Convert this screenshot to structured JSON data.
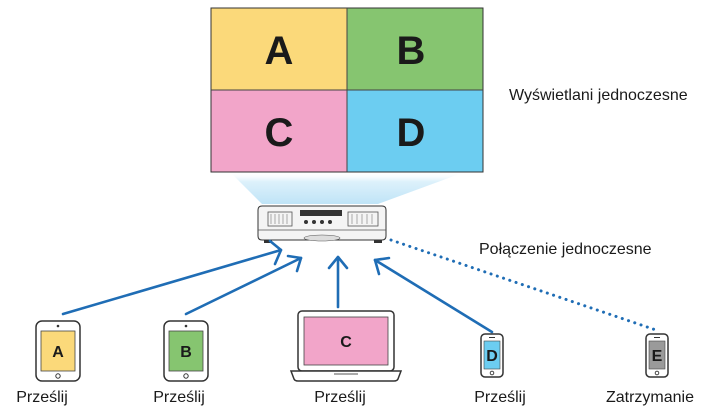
{
  "screen": {
    "tiles": [
      {
        "letter": "A",
        "color": "#FBD97A"
      },
      {
        "letter": "B",
        "color": "#86C570"
      },
      {
        "letter": "C",
        "color": "#F2A5C9"
      },
      {
        "letter": "D",
        "color": "#6CCDF1"
      }
    ]
  },
  "labels": {
    "simultaneous_display": "Wyświetlani jednoczesne",
    "simultaneous_connection": "Połączenie jednoczesne"
  },
  "devices": [
    {
      "letter": "A",
      "screen_color": "#FBD97A",
      "caption": "Prześlij"
    },
    {
      "letter": "B",
      "screen_color": "#86C570",
      "caption": "Prześlij"
    },
    {
      "letter": "C",
      "screen_color": "#F2A5C9",
      "caption": "Prześlij"
    },
    {
      "letter": "D",
      "screen_color": "#6CCDF1",
      "caption": "Prześlij"
    },
    {
      "letter": "E",
      "screen_color": "#9A9A9A",
      "caption": "Zatrzymanie"
    }
  ],
  "colors": {
    "arrow": "#1F6DB5",
    "beam": "#CFEAF8"
  }
}
